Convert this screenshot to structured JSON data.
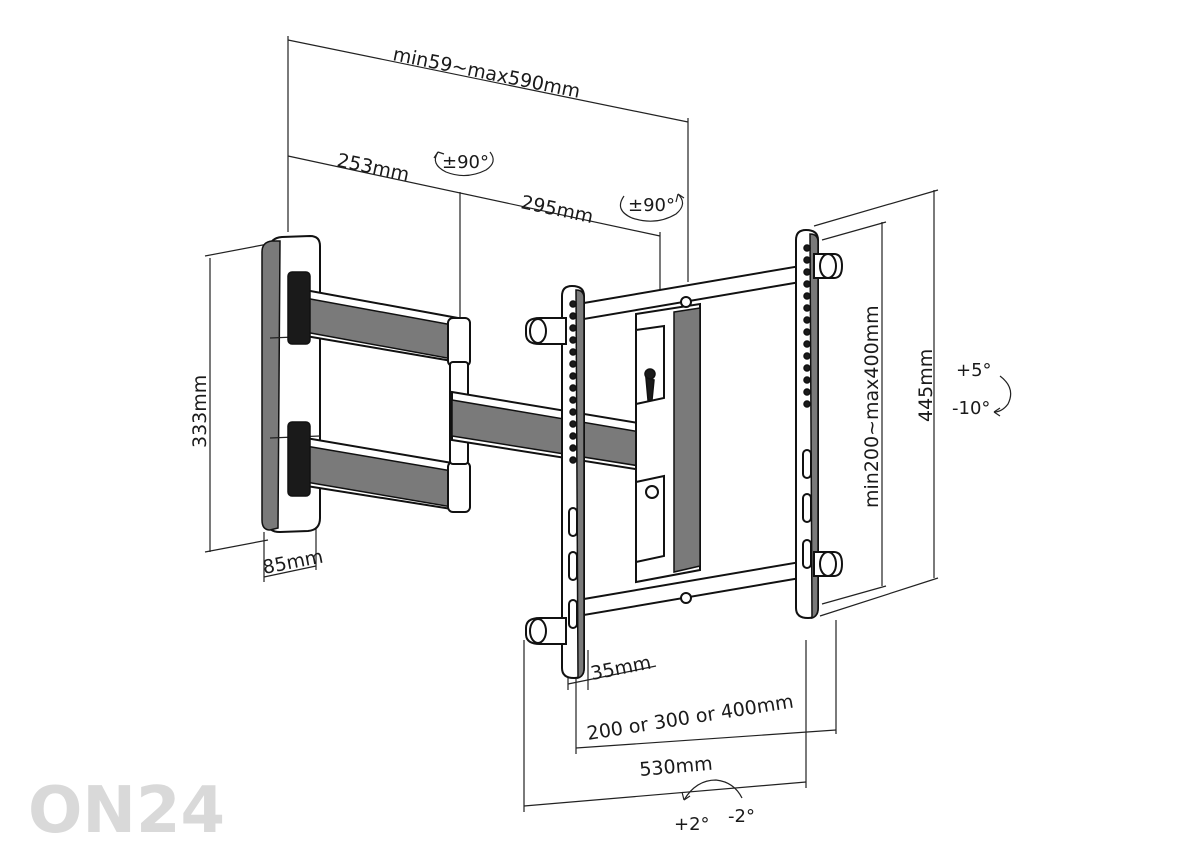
{
  "dimensions": {
    "total_arm_extension": "min59~max590mm",
    "inner_arm": "253mm",
    "outer_arm": "295mm",
    "wall_plate_height": "333mm",
    "wall_plate_depth": "85mm",
    "vesa_vertical": "min200~max400mm",
    "bracket_height": "445mm",
    "rail_width": "35mm",
    "vesa_horizontal": "200 or 300 or 400mm",
    "bracket_width": "530mm"
  },
  "rotations": {
    "swivel_1": "±90°",
    "swivel_2": "±90°",
    "tilt_up": "+5°",
    "tilt_down": "-10°",
    "level_plus": "+2°",
    "level_minus": "-2°"
  },
  "watermark": "ON24"
}
